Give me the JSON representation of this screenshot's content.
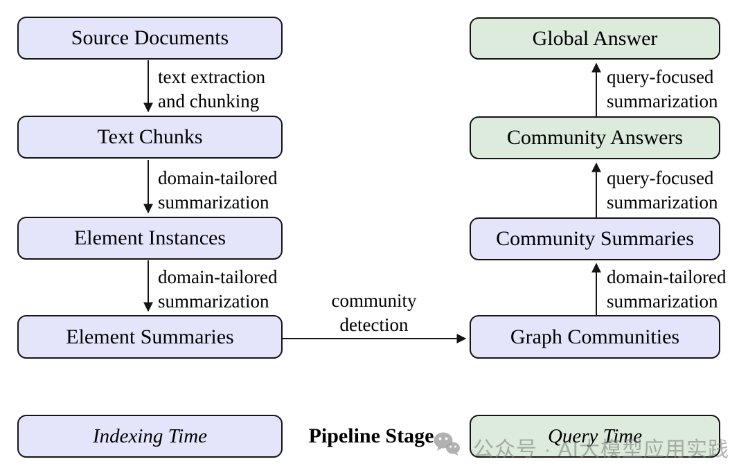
{
  "diagram": {
    "title_implicit": "GraphRAG pipeline",
    "colors": {
      "indexing_fill": "#e4e4fa",
      "query_fill": "#dcebdc",
      "border": "#141414",
      "text": "#000000",
      "watermark_gray": "#8a8d8a"
    },
    "nodes": {
      "source_documents": "Source Documents",
      "text_chunks": "Text Chunks",
      "element_instances": "Element Instances",
      "element_summaries": "Element Summaries",
      "graph_communities": "Graph Communities",
      "community_summaries": "Community Summaries",
      "community_answers": "Community Answers",
      "global_answer": "Global Answer"
    },
    "edges": {
      "text_extraction": {
        "l1": "text extraction",
        "l2": "and chunking"
      },
      "domain_summarization_1": {
        "l1": "domain-tailored",
        "l2": "summarization"
      },
      "domain_summarization_2": {
        "l1": "domain-tailored",
        "l2": "summarization"
      },
      "community_detection": {
        "l1": "community",
        "l2": "detection"
      },
      "domain_summarization_3": {
        "l1": "domain-tailored",
        "l2": "summarization"
      },
      "query_summarization_1": {
        "l1": "query-focused",
        "l2": "summarization"
      },
      "query_summarization_2": {
        "l1": "query-focused",
        "l2": "summarization"
      }
    },
    "legend": {
      "indexing_label": "Indexing Time",
      "stage_label": "Pipeline Stage",
      "query_label": "Query Time"
    },
    "watermark": {
      "icon": "wechat-icon",
      "text": "公众号 · AI大模型应用实践"
    }
  }
}
